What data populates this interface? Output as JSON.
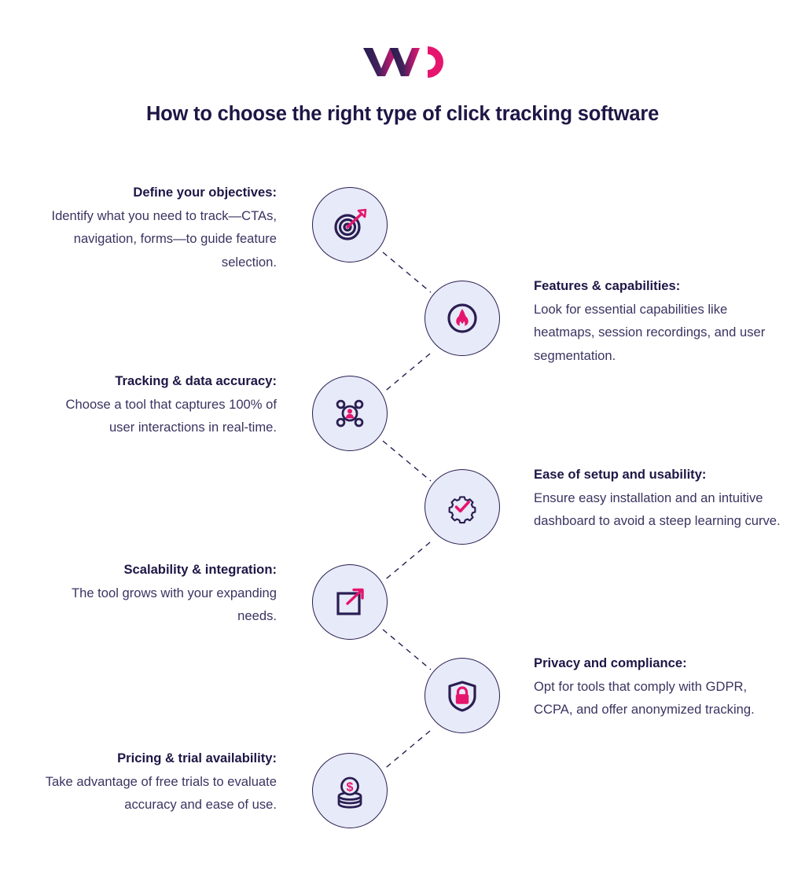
{
  "brand": {
    "logo_name": "vwo-logo",
    "logo_text": "VWO",
    "color_dark": "#241d4f",
    "color_pink": "#e5156e",
    "color_accent": "#ec0e72",
    "color_circle_fill": "#e7eaf8",
    "color_circle_border": "#2a1e52",
    "color_heading": "#1f1646",
    "color_body": "#3c3361"
  },
  "title": "How to choose the right type of click tracking software",
  "steps": [
    {
      "side": "left",
      "icon": "target-dart-icon",
      "heading": "Define your objectives:",
      "body": "Identify what you need to track—CTAs, navigation, forms—to guide feature selection."
    },
    {
      "side": "right",
      "icon": "flame-icon",
      "heading": "Features & capabilities:",
      "body": "Look for essential capabilities like heatmaps, session recordings, and user segmentation."
    },
    {
      "side": "left",
      "icon": "user-network-icon",
      "heading": "Tracking & data accuracy:",
      "body": "Choose a tool that captures 100% of user interactions in real-time."
    },
    {
      "side": "right",
      "icon": "gear-check-icon",
      "heading": "Ease of setup and usability:",
      "body": "Ensure easy installation and an intuitive dashboard to avoid a steep learning curve."
    },
    {
      "side": "left",
      "icon": "expand-arrow-icon",
      "heading": "Scalability & integration:",
      "body": "The tool grows with your expanding needs."
    },
    {
      "side": "right",
      "icon": "shield-lock-icon",
      "heading": "Privacy and compliance:",
      "body": "Opt for tools that comply with GDPR, CCPA, and offer anonymized tracking."
    },
    {
      "side": "left",
      "icon": "coin-stack-dollar-icon",
      "heading": "Pricing & trial availability:",
      "body": "Take advantage of free trials to evaluate accuracy and ease of use."
    }
  ]
}
